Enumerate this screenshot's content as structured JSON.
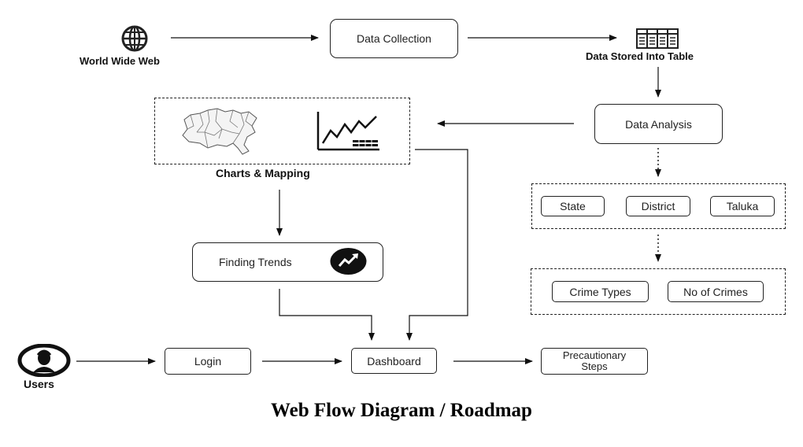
{
  "nodes": {
    "world_wide_web": "World Wide Web",
    "data_collection": "Data Collection",
    "data_stored": "Data Stored Into Table",
    "data_analysis": "Data Analysis",
    "charts_mapping": "Charts & Mapping",
    "finding_trends": "Finding Trends",
    "state": "State",
    "district": "District",
    "taluka": "Taluka",
    "crime_types": "Crime Types",
    "no_of_crimes": "No of Crimes",
    "users": "Users",
    "login": "Login",
    "dashboard": "Dashboard",
    "precautionary_line1": "Precautionary",
    "precautionary_line2": "Steps"
  },
  "caption": "Web Flow Diagram / Roadmap",
  "icons": {
    "globe": "globe-icon",
    "table": "table-icon",
    "map": "map-icon",
    "line_chart": "line-chart-icon",
    "trend": "trending-up-icon",
    "user": "user-icon"
  }
}
